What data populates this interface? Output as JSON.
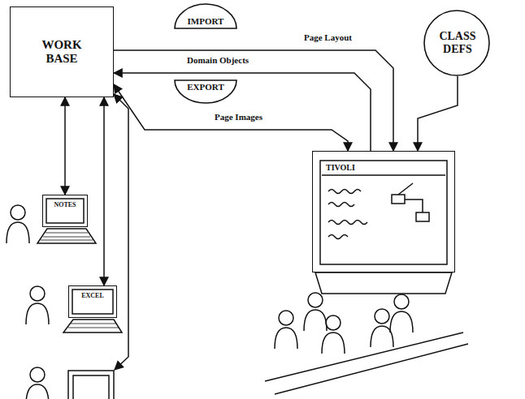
{
  "diagram": {
    "nodes": [
      {
        "text": [
          "WORK BASE"
        ]
      },
      {
        "text": [
          "IMPORT"
        ]
      },
      {
        "text": [
          "CLASS DEFS"
        ]
      },
      {
        "text": [
          "EXPORT"
        ]
      },
      {
        "text": [
          "NOTES"
        ]
      },
      {
        "text": [
          "EXCEL"
        ]
      },
      {
        "text": [
          "TIVOLI"
        ]
      }
    ],
    "edges": [
      {
        "from": 0,
        "to": 6,
        "label": "Page Layout",
        "arrow": "to"
      },
      {
        "from": 6,
        "to": 0,
        "label": "Domain Objects",
        "arrow": "to"
      },
      {
        "from": 2,
        "to": 6,
        "arrow": "to"
      },
      {
        "from": 0,
        "to": 6,
        "label": "Page Images",
        "arrow": "both"
      },
      {
        "from": 0,
        "to": 4,
        "arrow": "both"
      },
      {
        "from": 0,
        "to": 5,
        "arrow": "both"
      }
    ]
  }
}
